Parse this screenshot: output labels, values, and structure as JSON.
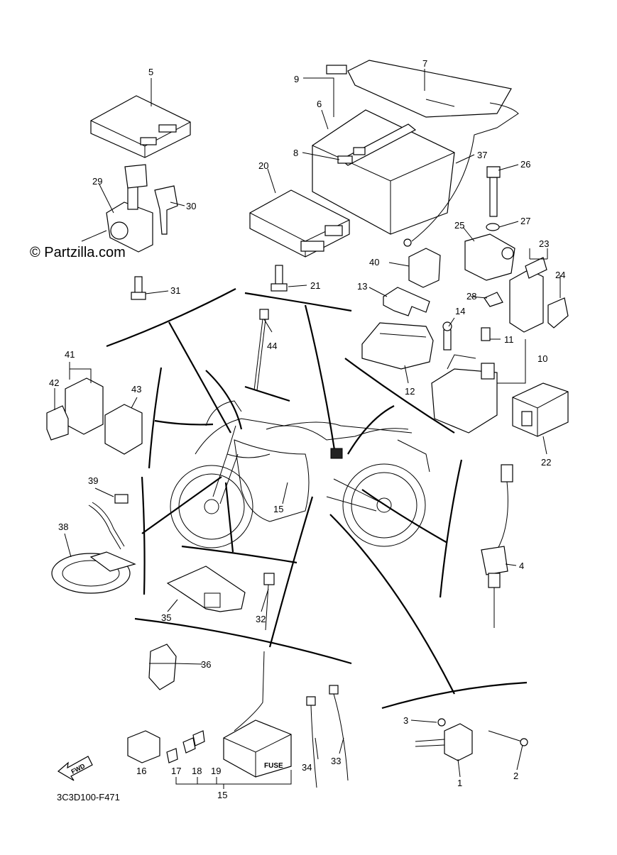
{
  "watermark": "© Partzilla.com",
  "diagram_code": "3C3D100-F471",
  "fwd_label": "FWD",
  "fuse_label": "FUSE",
  "callouts": [
    "1",
    "2",
    "3",
    "4",
    "5",
    "6",
    "7",
    "8",
    "9",
    "10",
    "11",
    "12",
    "13",
    "14",
    "15",
    "15",
    "16",
    "17",
    "18",
    "19",
    "20",
    "21",
    "22",
    "23",
    "24",
    "25",
    "26",
    "27",
    "28",
    "29",
    "30",
    "31",
    "32",
    "33",
    "34",
    "35",
    "36",
    "37",
    "38",
    "39",
    "40",
    "41",
    "42",
    "43",
    "44"
  ]
}
